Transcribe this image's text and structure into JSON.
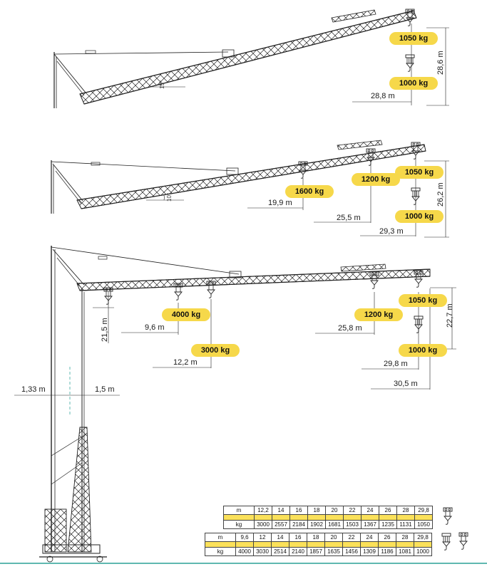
{
  "config_1": {
    "angle": "15°",
    "loads": [
      "1050 kg",
      "1000 kg"
    ],
    "dims": {
      "height": "28,6 m",
      "reach": "28,8 m"
    }
  },
  "config_2": {
    "angle": "10°",
    "loads": [
      "1600 kg",
      "1200 kg",
      "1050 kg",
      "1000 kg"
    ],
    "dims": {
      "height": "26,2 m",
      "reach_1": "19,9 m",
      "reach_2": "25,5 m",
      "reach_3": "29,3 m"
    }
  },
  "config_3": {
    "loads": [
      "4000 kg",
      "3000 kg",
      "1200 kg",
      "1050 kg",
      "1000 kg"
    ],
    "dims": {
      "hook_height": "21,5 m",
      "height": "22,7 m",
      "reach_1": "9,6 m",
      "reach_2": "12,2 m",
      "reach_3": "25,8 m",
      "reach_4": "29,8 m",
      "reach_5": "30,5 m",
      "offset_left": "1,33 m",
      "offset_right": "1,5 m"
    }
  },
  "table_1": {
    "unit_m": "m",
    "unit_kg": "kg",
    "m": [
      "12,2",
      "14",
      "16",
      "18",
      "20",
      "22",
      "24",
      "26",
      "28",
      "29,8"
    ],
    "kg": [
      "3000",
      "2557",
      "2184",
      "1902",
      "1681",
      "1503",
      "1367",
      "1235",
      "1131",
      "1050"
    ]
  },
  "table_2": {
    "unit_m": "m",
    "unit_kg": "kg",
    "m": [
      "9,6",
      "12",
      "14",
      "16",
      "18",
      "20",
      "22",
      "24",
      "26",
      "28",
      "29,8"
    ],
    "kg": [
      "4000",
      "3030",
      "2514",
      "2140",
      "1857",
      "1635",
      "1456",
      "1309",
      "1186",
      "1081",
      "1000"
    ]
  },
  "colors": {
    "badge": "#f6d84a",
    "ground": "#5fb8b0",
    "structure": "#222222"
  }
}
